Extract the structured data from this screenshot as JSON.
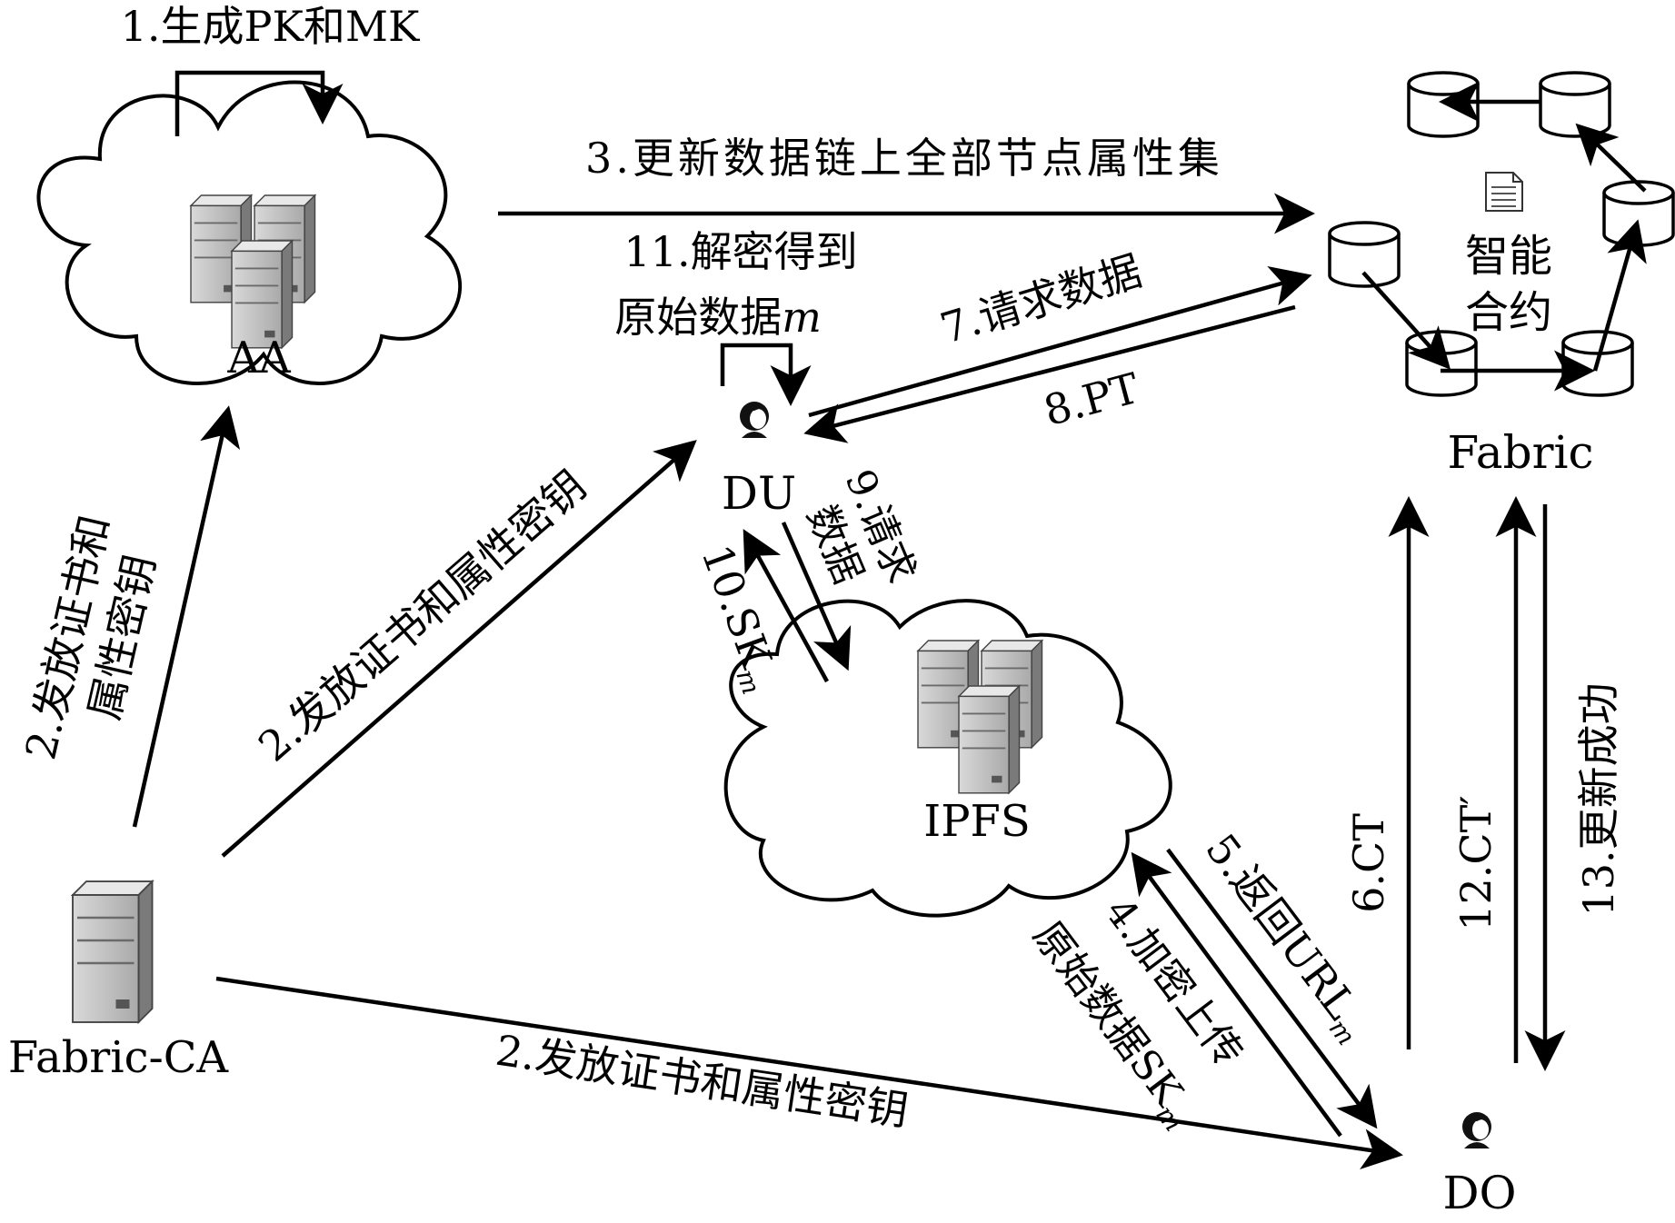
{
  "nodes": {
    "aa": "AA",
    "du": "DU",
    "ipfs": "IPFS",
    "fabric": "Fabric",
    "fabric_ca": "Fabric-CA",
    "do": "DO",
    "smart_contract_line1": "智能",
    "smart_contract_line2": "合约"
  },
  "steps": {
    "s1": "1.生成PK和MK",
    "s2_left_line1": "2.发放证书和",
    "s2_left_line2": "属性密钥",
    "s2_diag": "2.发放证书和属性密钥",
    "s2_bottom": "2.发放证书和属性密钥",
    "s3": "3.更新数据链上全部节点属性集",
    "s4_line1": "4.加密上传",
    "s4_line2": "原始数据SK",
    "s4_sub": "m",
    "s5": "5.返回URL",
    "s5_sub": "m",
    "s6": "6.CT",
    "s7": "7.请求数据",
    "s8": "8.PT",
    "s9_line1": "9.请求",
    "s9_line2": "数据",
    "s10": "10.SK",
    "s10_sub": "m",
    "s11_line1": "11.解密得到",
    "s11_line2": "原始数据",
    "s11_var": "m",
    "s12": "12.CT′",
    "s13": "13.更新成功"
  }
}
